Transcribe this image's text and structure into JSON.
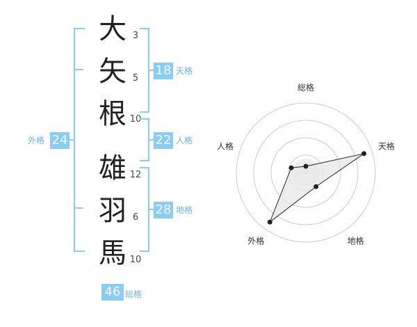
{
  "name": {
    "characters": [
      {
        "char": "大",
        "strokes": "3"
      },
      {
        "char": "矢",
        "strokes": "5"
      },
      {
        "char": "根",
        "strokes": "10"
      },
      {
        "char": "雄",
        "strokes": "12"
      },
      {
        "char": "羽",
        "strokes": "6"
      },
      {
        "char": "馬",
        "strokes": "10"
      }
    ]
  },
  "fortunes": {
    "tenkaku": {
      "value": "18",
      "label": "天格"
    },
    "jinkaku": {
      "value": "22",
      "label": "人格"
    },
    "chikaku": {
      "value": "28",
      "label": "地格"
    },
    "gaikaku": {
      "value": "24",
      "label": "外格"
    },
    "soukaku": {
      "value": "46",
      "label": "総格"
    }
  },
  "radar": {
    "axes": [
      "総格",
      "天格",
      "地格",
      "外格",
      "人格"
    ],
    "levels": 4,
    "values": [
      0.09,
      0.88,
      0.25,
      0.88,
      0.22
    ],
    "colors": {
      "fill": "#e8e8e8",
      "ring": "#cccccc",
      "line": "#222222",
      "point": "#222222",
      "center": "#d6d6d6"
    }
  },
  "accent_color": "#87cdf6"
}
